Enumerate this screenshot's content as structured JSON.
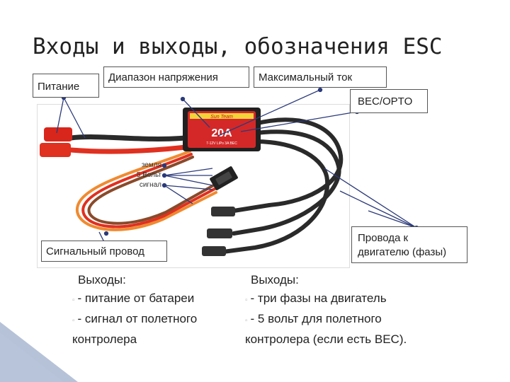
{
  "title": "Входы и выходы, обозначения ESC",
  "labels": {
    "power": "Питание",
    "voltage_range": "Диапазон напряжения",
    "max_current": "Максимальный ток",
    "bec_opto": "BEC/OPTO",
    "signal_wire": "Сигнальный провод",
    "motor_wires_line1": "Провода к",
    "motor_wires_line2": "двигателю (фазы)"
  },
  "connector_pins": [
    "земля",
    "5 Вольт",
    "сигнал"
  ],
  "esc_sticker": {
    "brand": "Sun Team",
    "model": "20A",
    "rating": "7-12V LiPo 3A BEC"
  },
  "left_column": {
    "heading": "Выходы:",
    "items": [
      "- питание от батареи",
      "- сигнал от полетного"
    ],
    "continuation": "контролера"
  },
  "right_column": {
    "heading": "Выходы:",
    "items": [
      "- три фазы на двигатель",
      "- 5 вольт для полетного"
    ],
    "continuation": "контролера (если есть BEC)."
  },
  "colors": {
    "pointer": "#2b3a7a",
    "esc_red": "#d42828",
    "wire_red": "#e03020",
    "wire_orange": "#f08a30",
    "wire_black": "#2a2a2a",
    "decor_blue": "#7a8fb8"
  }
}
